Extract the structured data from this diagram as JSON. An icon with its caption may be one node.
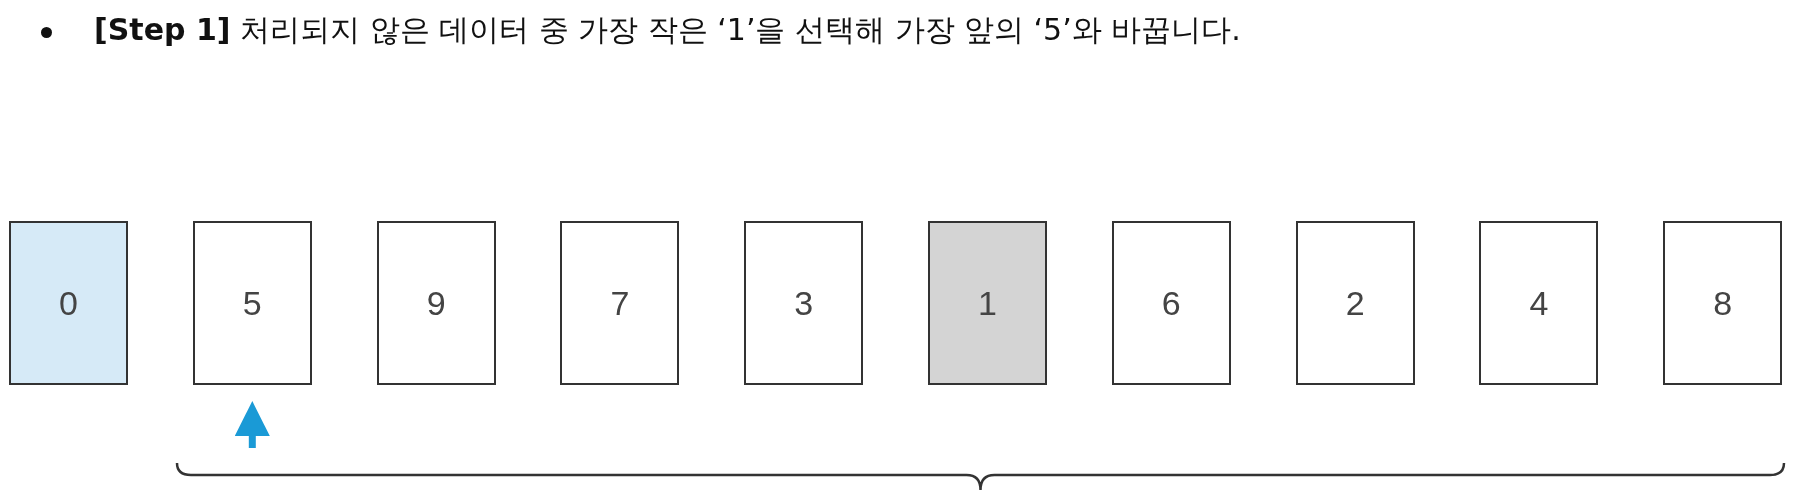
{
  "diagram": {
    "title": "**[Step 1]** 처리되지 않은 데이터 중 가장 작은 ‘1’을 선택해 가장 앞의 ‘5’와 바꿉니다.",
    "nodes": [
      {
        "text": [
          "0"
        ]
      },
      {
        "text": [
          "5"
        ]
      },
      {
        "text": [
          "9"
        ]
      },
      {
        "text": [
          "7"
        ]
      },
      {
        "text": [
          "3"
        ]
      },
      {
        "text": [
          "1"
        ]
      },
      {
        "text": [
          "6"
        ]
      },
      {
        "text": [
          "2"
        ]
      },
      {
        "text": [
          "4"
        ]
      },
      {
        "text": [
          "8"
        ]
      }
    ],
    "edges": [
      {
        "from": null,
        "to": 1,
        "arrow": "to",
        "color": "#1a9ad6"
      }
    ]
  }
}
